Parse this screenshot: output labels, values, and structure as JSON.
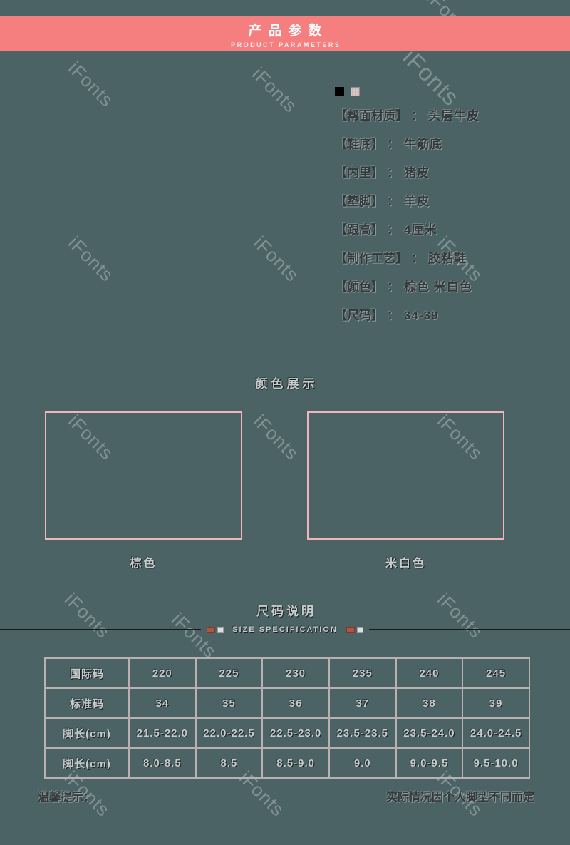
{
  "watermark": {
    "text": "iFonts"
  },
  "banner": {
    "title": "产品参数",
    "subtitle": "PRODUCT PARAMETERS",
    "bg_color": "#f57f7f"
  },
  "swatches": [
    {
      "name": "black",
      "color": "#000000"
    },
    {
      "name": "beige",
      "color": "#cfc8c4"
    }
  ],
  "params": {
    "items": [
      {
        "label": "【帮面材质】",
        "sep": "：",
        "value": "头层牛皮"
      },
      {
        "label": "【鞋底】",
        "sep": "：",
        "value": "牛筋底"
      },
      {
        "label": "【内里】",
        "sep": "：",
        "value": "猪皮"
      },
      {
        "label": "【垫脚】",
        "sep": "：",
        "value": "羊皮"
      },
      {
        "label": "【跟高】",
        "sep": "：",
        "value": "4厘米"
      },
      {
        "label": "【制作工艺】",
        "sep": "：",
        "value": "胶粘鞋"
      },
      {
        "label": "【颜色】",
        "sep": "：",
        "value": "棕色 米白色"
      },
      {
        "label": "【尺码】",
        "sep": "：",
        "value": "34-39"
      }
    ]
  },
  "color_section": {
    "title": "颜色展示",
    "box_border_color": "#f2b4bc",
    "items": [
      {
        "label": "棕色"
      },
      {
        "label": "米白色"
      }
    ]
  },
  "size_section": {
    "title": "尺码说明",
    "subtitle": "SIZE SPECIFICATION",
    "table": {
      "rows": [
        {
          "header": "国际码",
          "cells": [
            "220",
            "225",
            "230",
            "235",
            "240",
            "245"
          ]
        },
        {
          "header": "标准码",
          "cells": [
            "34",
            "35",
            "36",
            "37",
            "38",
            "39"
          ]
        },
        {
          "header": "脚长(cm)",
          "cells": [
            "21.5-22.0",
            "22.0-22.5",
            "22.5-23.0",
            "23.5-23.5",
            "23.5-24.0",
            "24.0-24.5"
          ]
        },
        {
          "header": "脚长(cm)",
          "cells": [
            "8.0-8.5",
            "8.5",
            "8.5-9.0",
            "9.0",
            "9.0-9.5",
            "9.5-10.0"
          ]
        }
      ]
    }
  },
  "footer": {
    "left": "温馨提示：",
    "right": "实际情况因个人脚型不同而定"
  }
}
